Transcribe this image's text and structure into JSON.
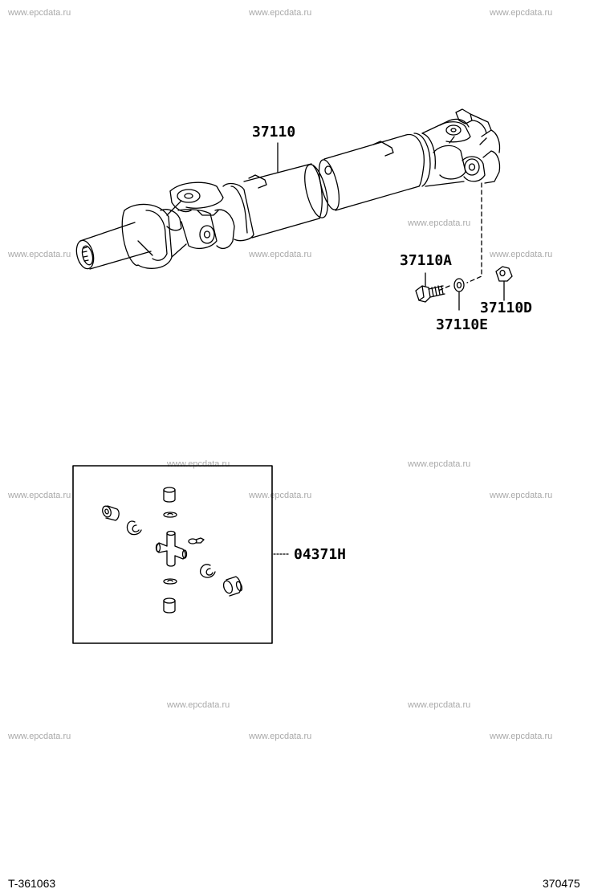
{
  "watermark": "www.epcdata.ru",
  "labels": {
    "shaft": "37110",
    "bolt": "37110A",
    "nut": "37110D",
    "washer": "37110E",
    "spider_kit": "04371H"
  },
  "footer": {
    "left_code": "T-361063",
    "right_code": "370475"
  }
}
